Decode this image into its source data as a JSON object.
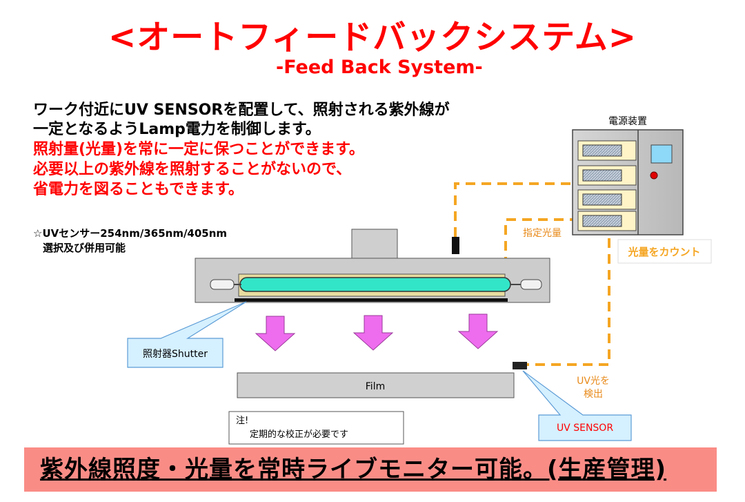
{
  "title": "<オートフィードバックシステム>",
  "subtitle": "-Feed Back System-",
  "description": {
    "line1": "ワーク付近にUV SENSORを配置して、照射される紫外線が",
    "line2": "一定となるようLamp電力を制御します。",
    "line3": "照射量(光量)を常に一定に保つことができます。",
    "line4": "必要以上の紫外線を照射することがないので、",
    "line5": "省電力を図ることもできます。"
  },
  "sensor_note": {
    "line1": "☆UVセンサー254nm/365nm/405nm",
    "line2": "選択及び併用可能"
  },
  "diagram": {
    "power_supply_label": "電源装置",
    "set_light_label": "指定光量",
    "count_label": "光量をカウント",
    "shutter_label": "照射器Shutter",
    "film_label": "Film",
    "uv_detect_line1": "UV光を",
    "uv_detect_line2": "検出",
    "uv_sensor_label": "UV SENSOR",
    "note_line1": "注!",
    "note_line2": "定期的な校正が必要です"
  },
  "colors": {
    "title_red": "#ff0000",
    "dashed_orange": "#f5a623",
    "lamp_cyan": "#33e5c8",
    "arrow_pink": "#ee6cee",
    "banner_bg": "#fa8c86",
    "callout_blue": "#d5f0ff"
  },
  "banner": "紫外線照度・光量を常時ライブモニター可能。(生産管理)"
}
